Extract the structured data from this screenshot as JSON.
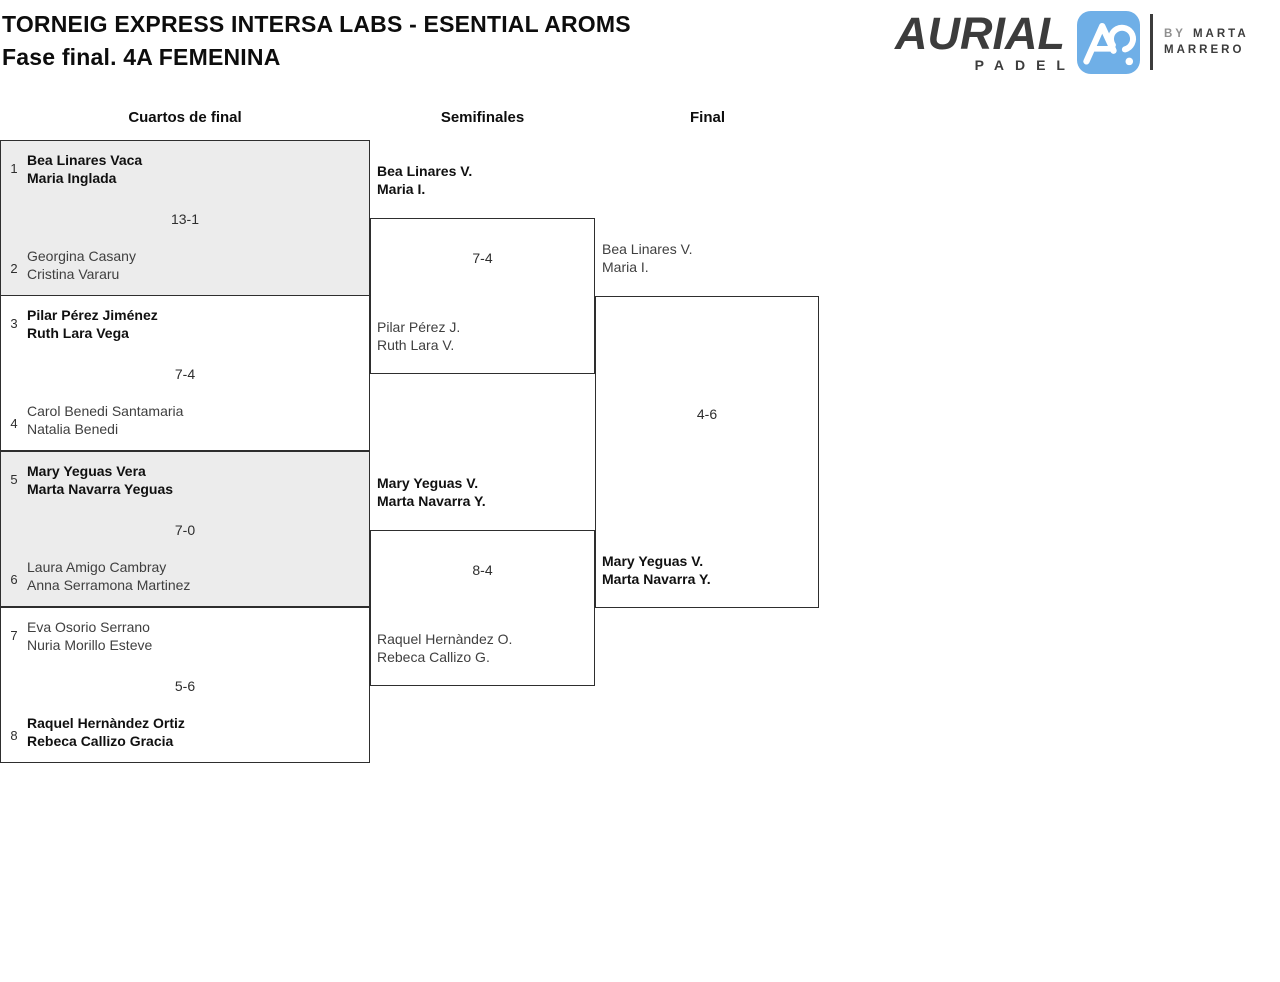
{
  "header": {
    "title": "TORNEIG EXPRESS INTERSA LABS - ESENTIAL AROMS",
    "subtitle": "Fase final. 4A FEMENINA"
  },
  "logo": {
    "brand": "AURIAL",
    "brand_sub": "PADEL",
    "by": "BY",
    "by_name_line1": "MARTA",
    "by_name_line2": "MARRERO",
    "icon": "aurial-a-mark",
    "colors": {
      "icon_blue": "#6FAFE7",
      "brand_dark": "#3C3C3C"
    }
  },
  "rounds": {
    "quarterfinals_label": "Cuartos de final",
    "semifinals_label": "Semifinales",
    "final_label": "Final"
  },
  "bracket": {
    "quarterfinals": [
      {
        "seed_top": "1",
        "team_top": [
          "Bea Linares Vaca",
          "Maria Inglada"
        ],
        "top_winner": true,
        "score": "13-1",
        "seed_bottom": "2",
        "team_bottom": [
          "Georgina Casany",
          "Cristina Vararu"
        ],
        "bottom_winner": false,
        "shaded": true
      },
      {
        "seed_top": "3",
        "team_top": [
          "Pilar Pérez Jiménez",
          "Ruth Lara Vega"
        ],
        "top_winner": true,
        "score": "7-4",
        "seed_bottom": "4",
        "team_bottom": [
          "Carol Benedi Santamaria",
          "Natalia Benedi"
        ],
        "bottom_winner": false,
        "shaded": false
      },
      {
        "seed_top": "5",
        "team_top": [
          "Mary Yeguas Vera",
          "Marta Navarra Yeguas"
        ],
        "top_winner": true,
        "score": "7-0",
        "seed_bottom": "6",
        "team_bottom": [
          "Laura Amigo Cambray",
          "Anna Serramona Martinez"
        ],
        "bottom_winner": false,
        "shaded": true
      },
      {
        "seed_top": "7",
        "team_top": [
          "Eva Osorio Serrano",
          "Nuria Morillo Esteve"
        ],
        "top_winner": false,
        "score": "5-6",
        "seed_bottom": "8",
        "team_bottom": [
          "Raquel Hernàndez Ortiz",
          "Rebeca Callizo Gracia"
        ],
        "bottom_winner": true,
        "shaded": false
      }
    ],
    "semifinals": [
      {
        "team_top": [
          "Bea Linares V.",
          "Maria I."
        ],
        "top_winner": true,
        "score": "7-4",
        "team_bottom": [
          "Pilar Pérez J.",
          "Ruth Lara V."
        ],
        "bottom_winner": false
      },
      {
        "team_top": [
          "Mary Yeguas V.",
          "Marta Navarra Y."
        ],
        "top_winner": true,
        "score": "8-4",
        "team_bottom": [
          "Raquel Hernàndez O.",
          "Rebeca Callizo G."
        ],
        "bottom_winner": false
      }
    ],
    "final": {
      "team_top": [
        "Bea Linares V.",
        "Maria I."
      ],
      "top_winner": false,
      "score": "4-6",
      "team_bottom": [
        "Mary Yeguas V.",
        "Marta Navarra Y."
      ],
      "bottom_winner": true
    }
  },
  "colors": {
    "match_box_fill": "#ECECEC",
    "border": "#2E2E2E"
  }
}
